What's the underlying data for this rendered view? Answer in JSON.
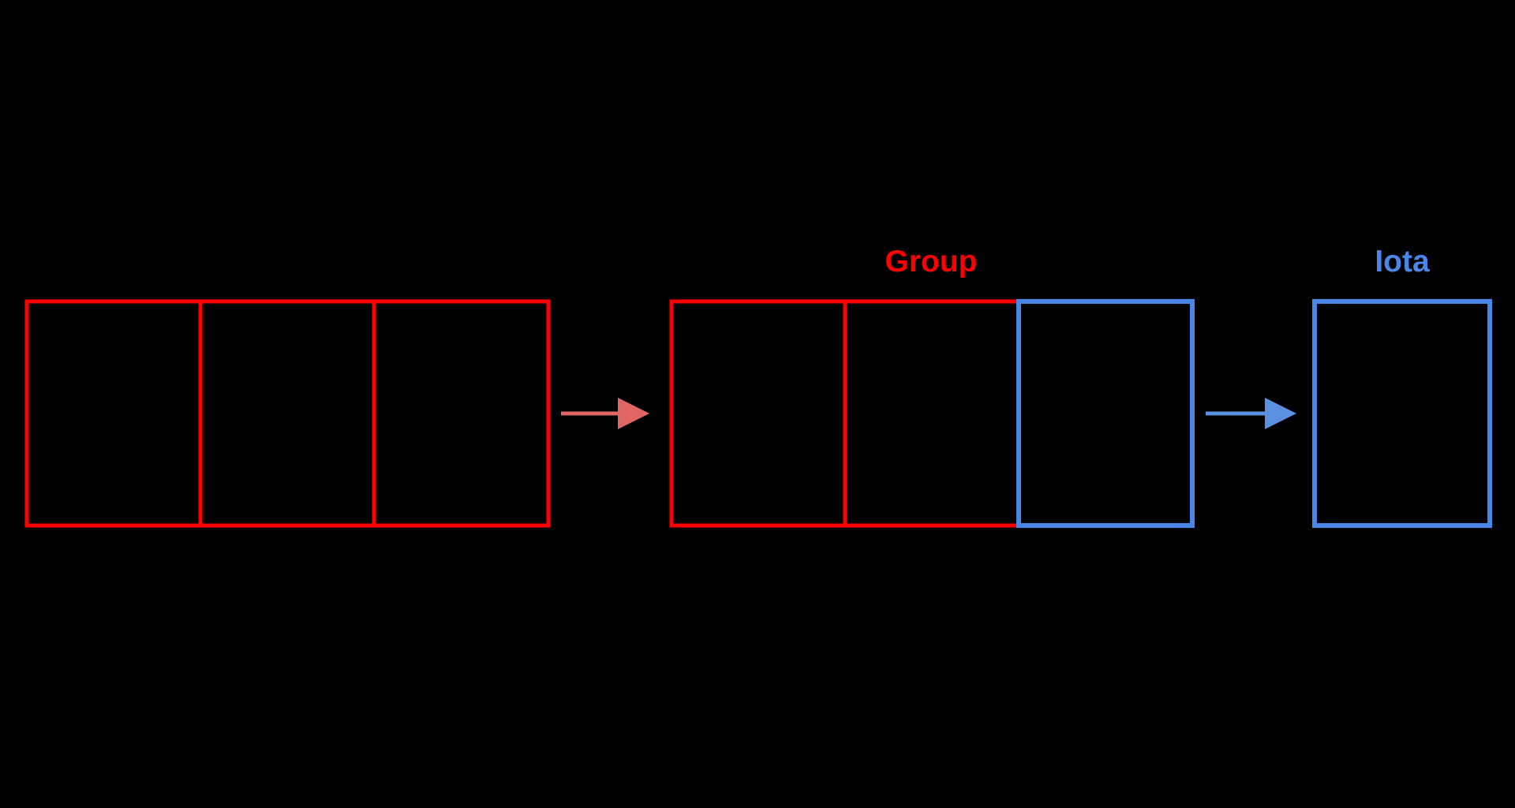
{
  "colors": {
    "background": "#000000",
    "red": "#ff0000",
    "blue": "#4a86e8",
    "red_arrow": "#e06666",
    "blue_arrow": "#5b8fe0"
  },
  "labels": {
    "group": "Group",
    "iota": "Iota"
  },
  "diagram": {
    "input_cells": 3,
    "grouped_cells": 2,
    "remaining_cells": 1,
    "output_cells": 1
  }
}
